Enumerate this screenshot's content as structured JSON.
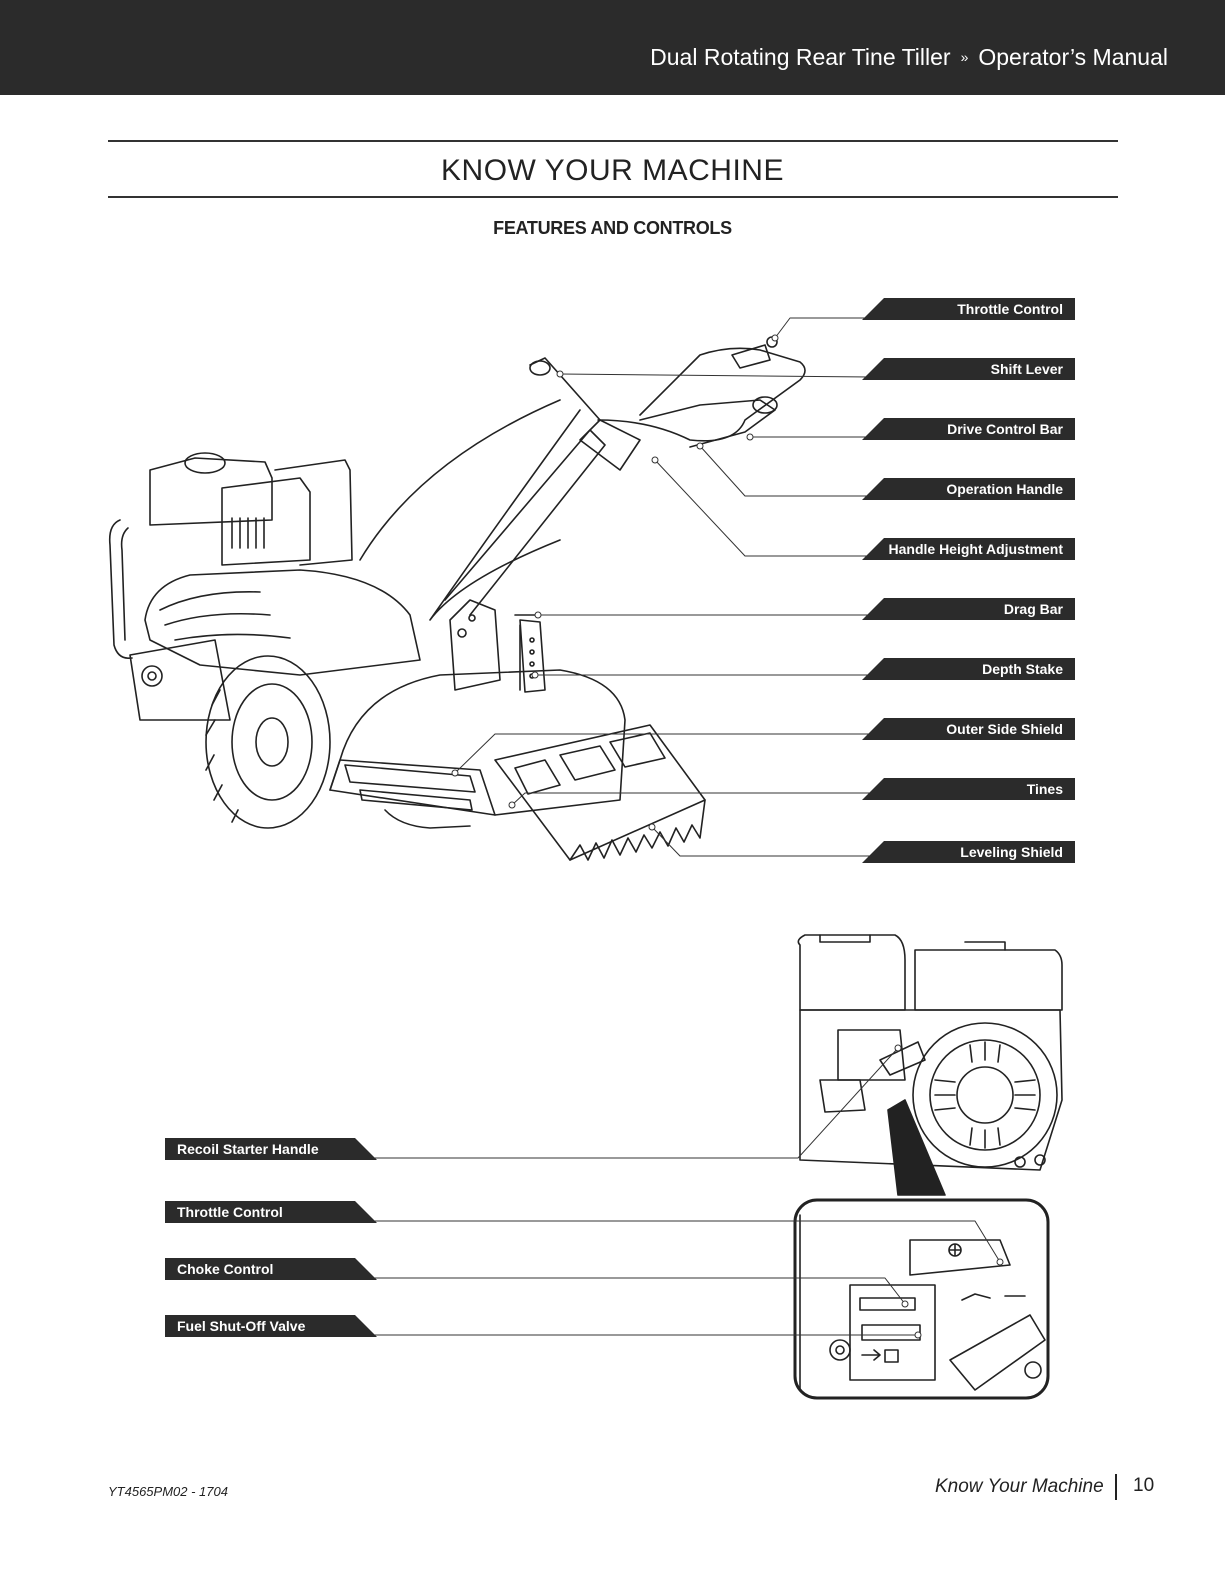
{
  "header": {
    "title": "Dual Rotating Rear Tine Tiller",
    "separator": "»",
    "subtitle": "Operator’s Manual"
  },
  "section": {
    "title": "KNOW YOUR MACHINE",
    "subtitle": "FEATURES AND CONTROLS"
  },
  "tiller_callouts": [
    "Throttle Control",
    "Shift Lever",
    "Drive Control Bar",
    "Operation Handle",
    "Handle Height Adjustment",
    "Drag Bar",
    "Depth Stake",
    "Outer Side Shield",
    "Tines",
    "Leveling Shield"
  ],
  "engine_callouts": [
    "Recoil Starter Handle",
    "Throttle Control",
    "Choke Control",
    "Fuel Shut-Off Valve"
  ],
  "footer": {
    "doc_code": "YT4565PM02 - 1704",
    "section": "Know Your Machine",
    "page": "10"
  }
}
